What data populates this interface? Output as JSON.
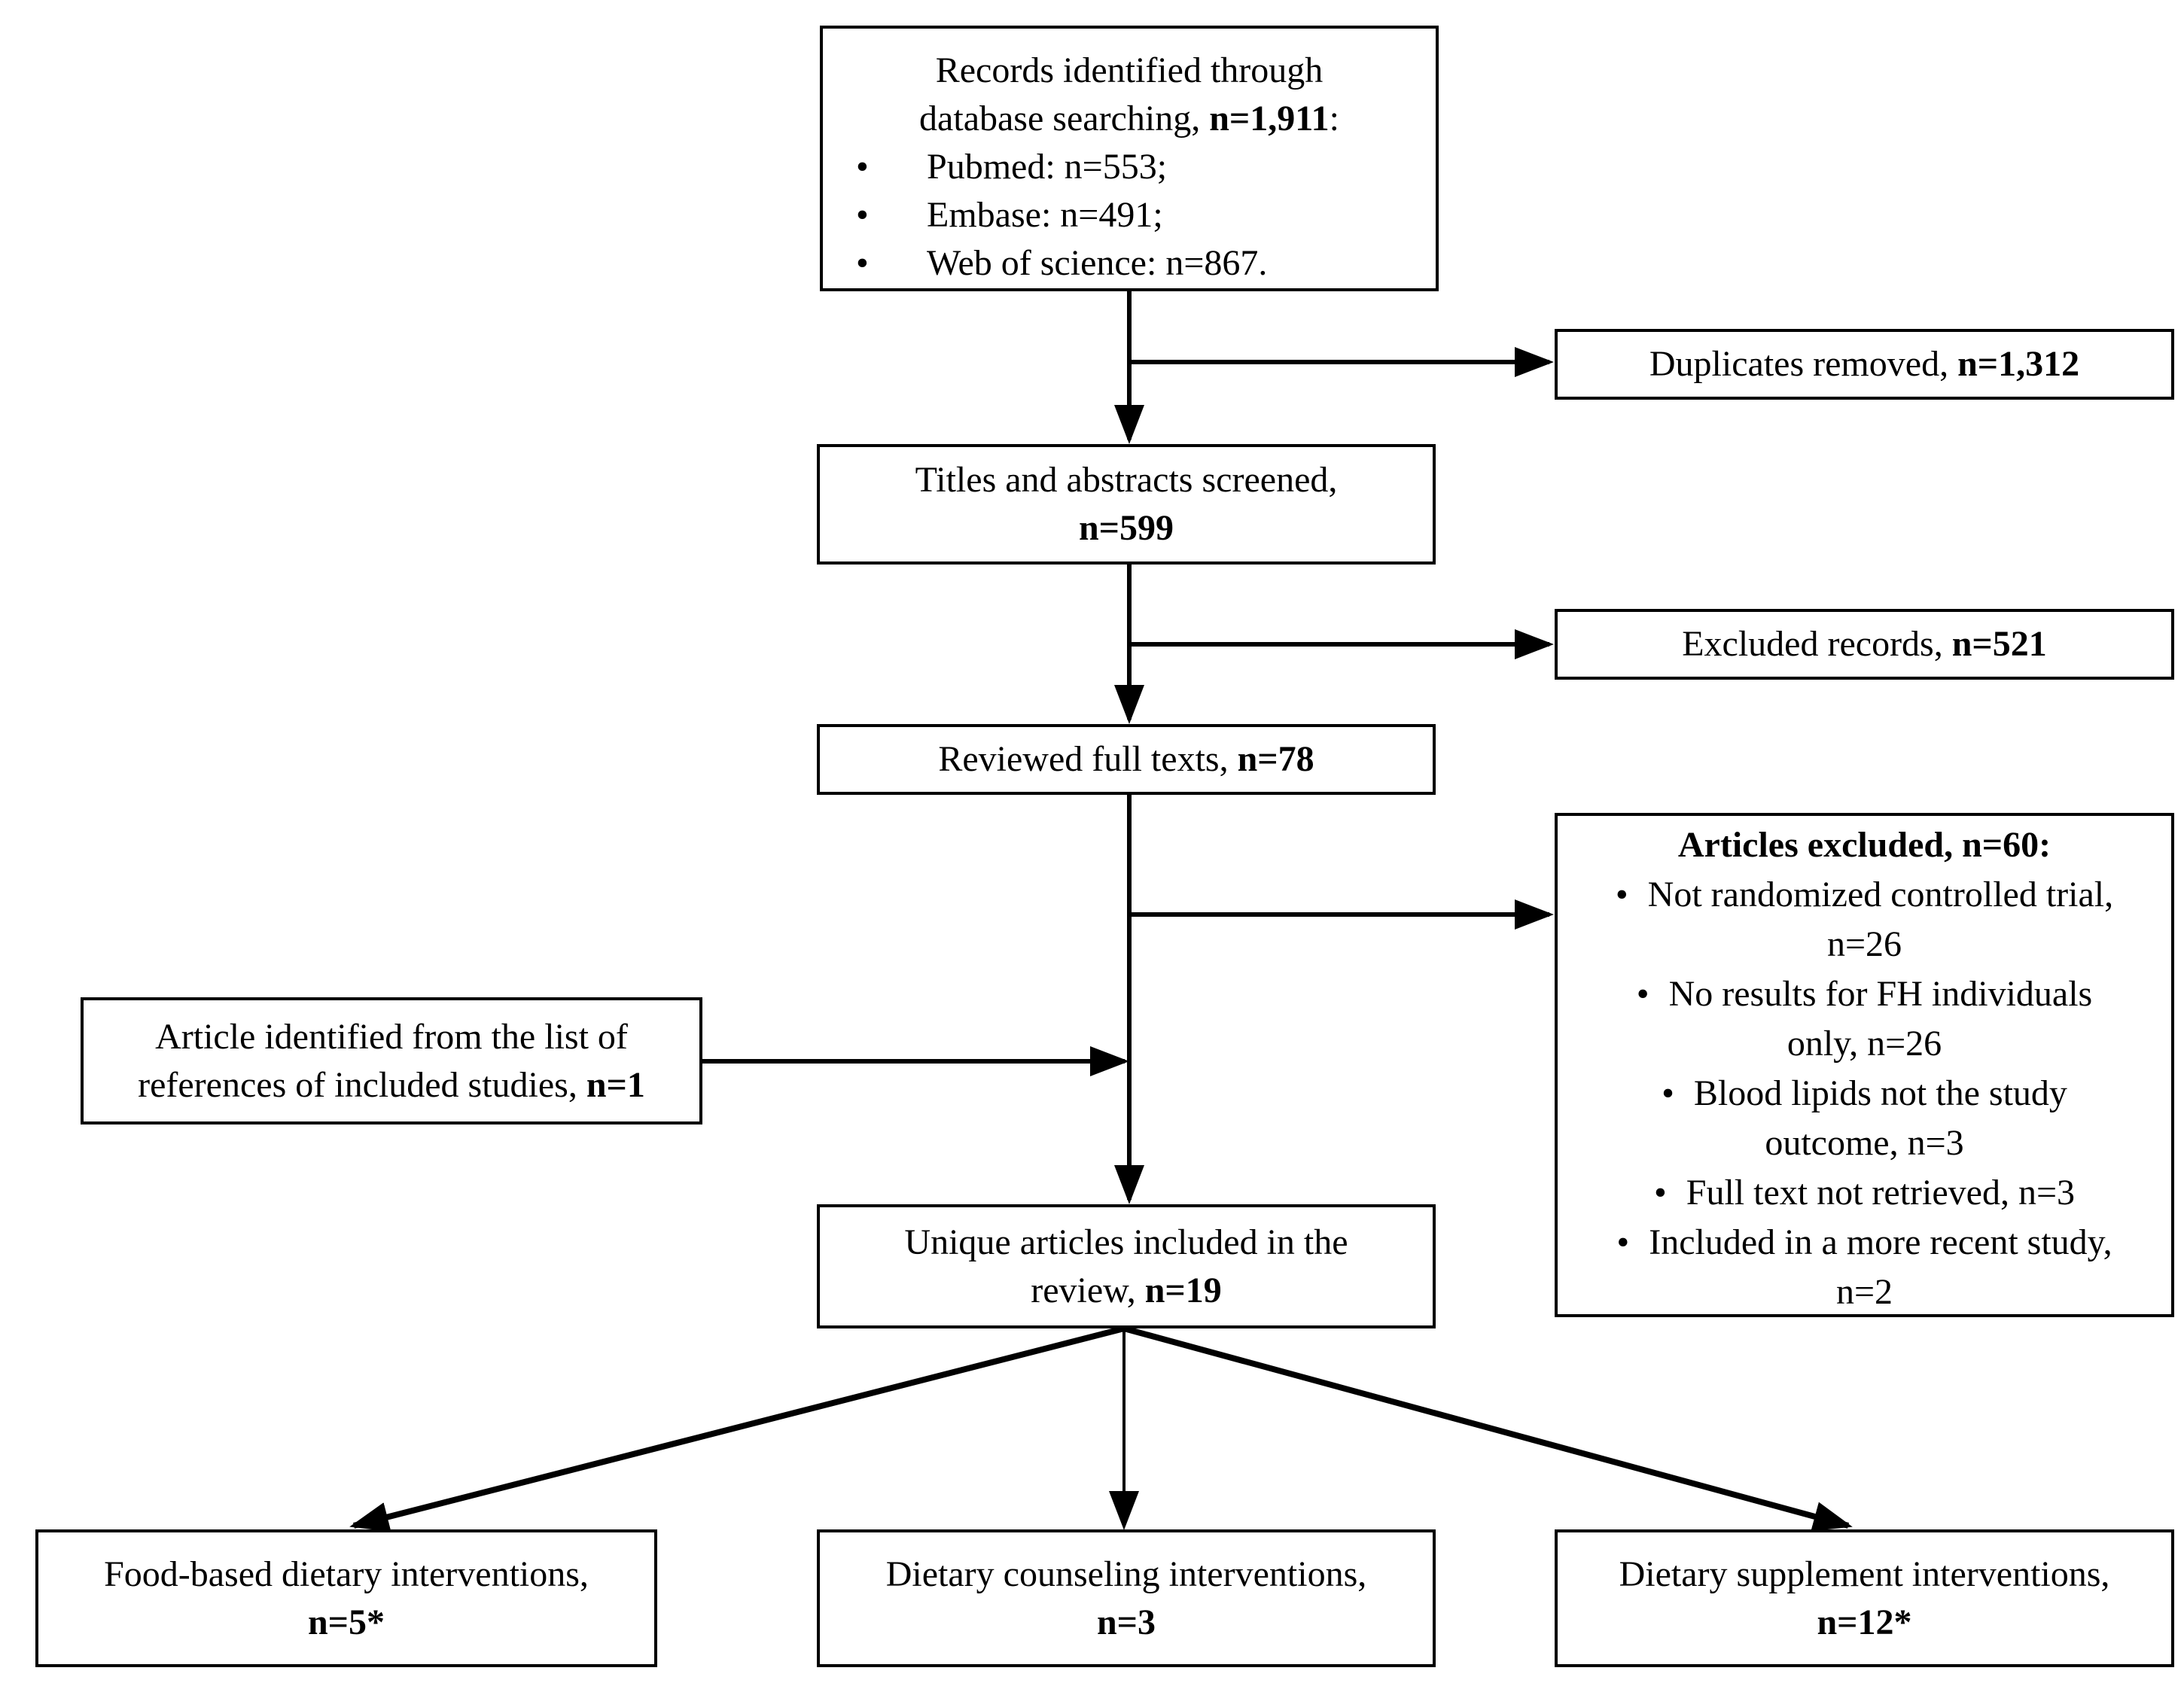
{
  "bullet_char": "•",
  "colors": {
    "line": "#000000",
    "box_border": "#000000",
    "background": "#ffffff",
    "text": "#000000"
  },
  "boxes": {
    "records": {
      "line1": "Records identified through",
      "line2_prefix": "database searching, ",
      "line2_bold": "n=1,911",
      "line2_suffix": ":",
      "items": [
        "Pubmed: n=553;",
        "Embase: n=491;",
        "Web of science: n=867."
      ]
    },
    "duplicates": {
      "prefix": "Duplicates removed, ",
      "bold": "n=1,312"
    },
    "titles_screened": {
      "line1": "Titles and abstracts screened,",
      "bold": "n=599"
    },
    "excluded_records": {
      "prefix": "Excluded records, ",
      "bold": "n=521"
    },
    "reviewed": {
      "prefix": "Reviewed full texts, ",
      "bold": "n=78"
    },
    "articles_excluded": {
      "title": "Articles excluded, n=60:",
      "items": [
        {
          "line1": "Not randomized controlled trial,",
          "line2": "n=26"
        },
        {
          "line1": "No results for FH individuals",
          "line2": "only, n=26"
        },
        {
          "line1": "Blood lipids not the study",
          "line2": "outcome, n=3"
        },
        {
          "line1": "Full text not retrieved, n=3"
        },
        {
          "line1": "Included in a more recent study,",
          "line2": "n=2"
        }
      ]
    },
    "reference_article": {
      "line1": "Article identified from the list of",
      "line2_prefix": "references of included studies, ",
      "line2_bold": "n=1"
    },
    "unique_articles": {
      "line1": "Unique articles included in the",
      "line2_prefix": "review, ",
      "line2_bold": "n=19"
    },
    "food_based": {
      "line1": "Food-based dietary interventions,",
      "bold": "n=5*"
    },
    "counseling": {
      "line1": "Dietary counseling interventions,",
      "bold": "n=3"
    },
    "supplement": {
      "line1": "Dietary supplement interventions,",
      "bold": "n=12*"
    }
  }
}
